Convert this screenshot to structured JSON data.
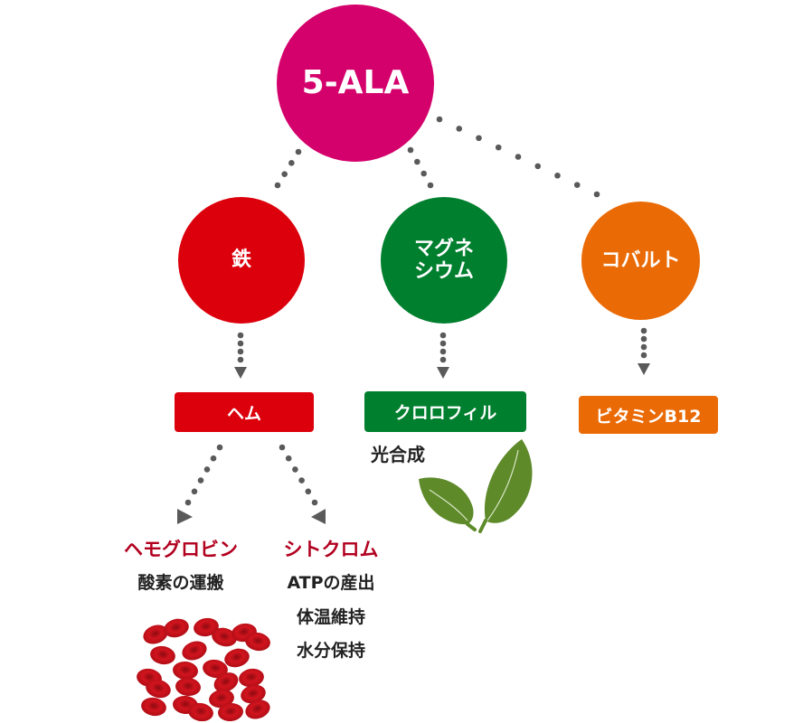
{
  "diagram": {
    "root": {
      "label": "5-ALA",
      "color": "#d4006b"
    },
    "elements": [
      {
        "id": "iron",
        "label_lines": [
          "鉄"
        ],
        "color": "#dc000c"
      },
      {
        "id": "magnesium",
        "label_lines": [
          "マグネ",
          "シウム"
        ],
        "color": "#007f2e"
      },
      {
        "id": "cobalt",
        "label_lines": [
          "コバルト"
        ],
        "color": "#ea6a05"
      }
    ],
    "products": [
      {
        "id": "heme",
        "label": "ヘム",
        "color": "#dc000c"
      },
      {
        "id": "chlorophyll",
        "label": "クロロフィル",
        "color": "#007f2e",
        "caption": "光合成"
      },
      {
        "id": "vitamin-b12",
        "label": "ビタミンB12",
        "color": "#ea6a05"
      }
    ],
    "heme_outputs": [
      {
        "id": "hemoglobin",
        "title": "ヘモグロビン",
        "lines": [
          "酸素の運搬"
        ],
        "title_color": "#b2001f"
      },
      {
        "id": "cytochrome",
        "title": "シトクロム",
        "lines": [
          "ATPの産出",
          "体温維持",
          "水分保持"
        ],
        "title_color": "#b2001f"
      }
    ],
    "connector_color": "#5a5a5a",
    "leaf_color": "#5e8a2a",
    "blood_cell_color": "#c8141e"
  }
}
